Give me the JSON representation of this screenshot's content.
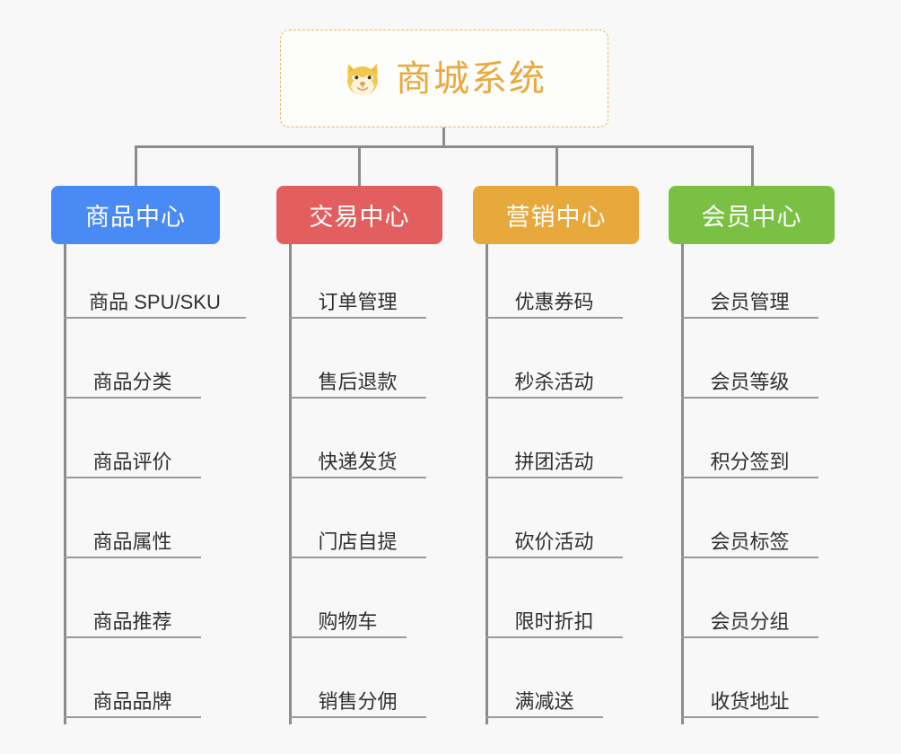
{
  "diagram": {
    "type": "mindmap",
    "background_color": "#f8f8f9",
    "connector_color": "#8c8c8c",
    "root": {
      "title": "商城系统",
      "icon": "shiba-dog-face",
      "icon_glyph": "🐶",
      "text_color": "#e9a93c",
      "border_color": "#e3b764",
      "background_color": "#fdfdfc"
    },
    "branches": [
      {
        "label": "商品中心",
        "color": "#4a8af4",
        "items": [
          "商品 SPU/SKU",
          "商品分类",
          "商品评价",
          "商品属性",
          "商品推荐",
          "商品品牌"
        ]
      },
      {
        "label": "交易中心",
        "color": "#e35f5f",
        "items": [
          "订单管理",
          "售后退款",
          "快递发货",
          "门店自提",
          "购物车",
          "销售分佣"
        ]
      },
      {
        "label": "营销中心",
        "color": "#e8a93c",
        "items": [
          "优惠券码",
          "秒杀活动",
          "拼团活动",
          "砍价活动",
          "限时折扣",
          "满减送"
        ]
      },
      {
        "label": "会员中心",
        "color": "#7ac143",
        "items": [
          "会员管理",
          "会员等级",
          "积分签到",
          "会员标签",
          "会员分组",
          "收货地址"
        ]
      }
    ]
  }
}
